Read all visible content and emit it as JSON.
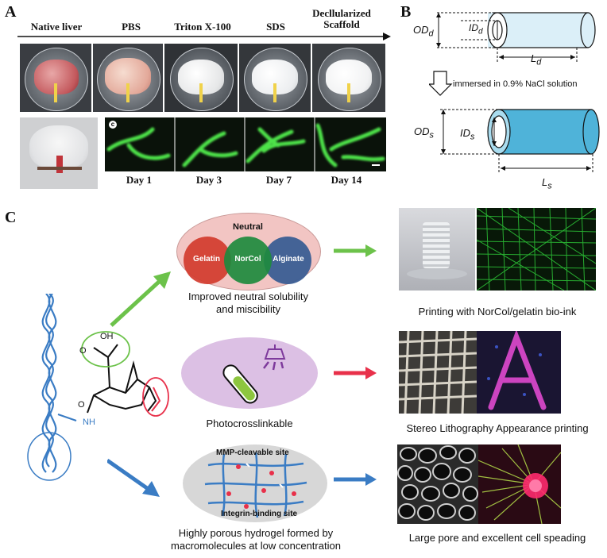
{
  "panelA": {
    "letter": "A",
    "stages": [
      "Native liver",
      "PBS",
      "Triton X-100",
      "SDS",
      "Decllularized\nScaffold"
    ],
    "stage_last_line1": "Decllularized",
    "stage_last_line2": "Scaffold",
    "fluo_tag": "c",
    "days": [
      "Day 1",
      "Day 3",
      "Day 7",
      "Day 14"
    ]
  },
  "panelB": {
    "letter": "B",
    "od_d": "OD",
    "od_d_sub": "d",
    "id_d": "ID",
    "id_d_sub": "d",
    "l_d": "L",
    "l_d_sub": "d",
    "arrow_text": "immersed in 0.9% NaCl solution",
    "od_s": "OD",
    "od_s_sub": "s",
    "id_s": "ID",
    "id_s_sub": "s",
    "l_s": "L",
    "l_s_sub": "s",
    "colors": {
      "dry": "#d9eef7",
      "swollen": "#4fb3d9",
      "outline": "#111111"
    }
  },
  "panelC": {
    "letter": "C",
    "venn": {
      "outer": "Neutral",
      "left": "Gelatin",
      "middle": "NorCol",
      "right": "Alginate",
      "caption_line1": "Improved neutral solubility",
      "caption_line2": "and miscibility"
    },
    "molecule": {
      "acid": "OH",
      "acid_o": "O",
      "amide_o": "O",
      "nh": "NH"
    },
    "photo": {
      "caption": "Photocrosslinkable"
    },
    "network": {
      "label_top": "MMP-cleavable site",
      "label_bottom": "Integrin-binding site",
      "caption_line1": "Highly porous hydrogel formed by",
      "caption_line2": "macromolecules at low concentration"
    },
    "results": [
      "Printing with NorCol/gelatin bio-ink",
      "Stereo Lithography Appearance printing",
      "Large pore and excellent cell speading"
    ],
    "colors": {
      "green_arrow": "#6cc24a",
      "red_arrow": "#e8304a",
      "blue_arrow": "#3a7cc4"
    }
  }
}
